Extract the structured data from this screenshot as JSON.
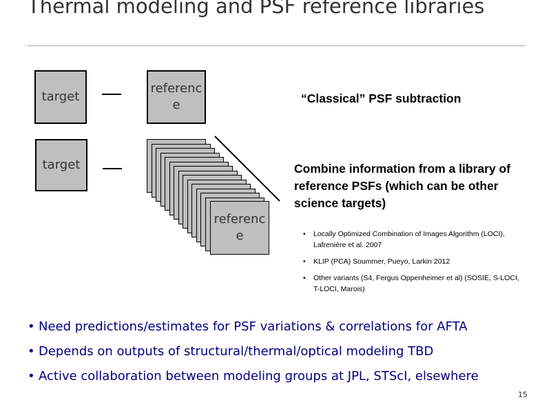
{
  "slide": {
    "title": "Thermal modeling and PSF reference libraries",
    "page_number": "15"
  },
  "diagram": {
    "row1": {
      "target_label": "target",
      "reference_label": "reference",
      "caption": "“Classical” PSF subtraction"
    },
    "row2": {
      "target_label": "target",
      "reference_label": "reference",
      "caption": "Combine information from a library of reference PSFs (which can be other science targets)"
    },
    "box_fill": "#bfbfbf",
    "methods": [
      "Locally Optimized Combination of Images Algorithm (LOCI), Lafrenière et al. 2007",
      "KLIP (PCA)  Soummer, Pueyo, Larkin 2012",
      "Other variants (S4, Fergus Oppenheimer et al) (SOSIE, S-LOCI, T-LOCI, Marois)"
    ]
  },
  "bullets": [
    "Need predictions/estimates for PSF variations & correlations for AFTA",
    "Depends on outputs of structural/thermal/optical modeling TBD",
    "Active collaboration between modeling groups at JPL, STScI, elsewhere"
  ],
  "colors": {
    "bullet_text": "#000080",
    "title_text": "#333333"
  }
}
